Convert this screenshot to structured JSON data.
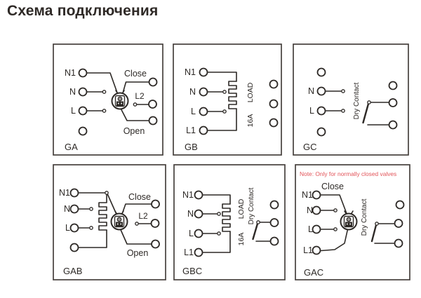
{
  "title": "Схема подключения",
  "labels": {
    "n1": "N1",
    "n": "N",
    "l": "L",
    "l1": "L1",
    "l2": "L2",
    "close": "Close",
    "open": "Open",
    "load": "LOAD",
    "amp16": "16A",
    "dry_contact": "Dry Contact"
  },
  "note": "Note: Only for normally closed valves",
  "panel_names": {
    "ga": "GA",
    "gb": "GB",
    "gc": "GC",
    "gab": "GAB",
    "gbc": "GBC",
    "gac": "GAC"
  },
  "colors": {
    "stroke": "#2d2926",
    "border": "#46413e",
    "note_red": "#e25459",
    "title": "#2f2a27",
    "background": "#ffffff"
  }
}
